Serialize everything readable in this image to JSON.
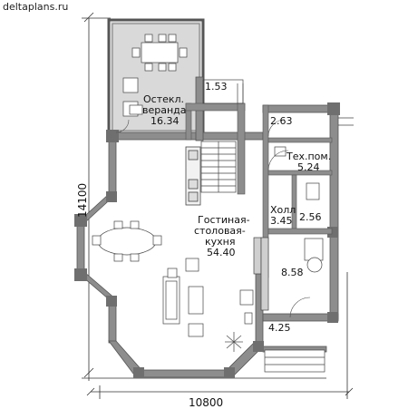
{
  "site": "deltaplans.ru",
  "rooms": {
    "veranda": {
      "name1": "Остекл.",
      "name2": "веранда",
      "area": "16.34"
    },
    "porch_top": {
      "area": "1.53"
    },
    "storage": {
      "area": "2.63"
    },
    "tech": {
      "name": "Тех.пом.",
      "area": "5.24"
    },
    "living": {
      "name1": "Гостиная-",
      "name2": "столовая-",
      "name3": "кухня",
      "area": "54.40"
    },
    "hall": {
      "name": "Холл",
      "area": "3.45"
    },
    "wc": {
      "area": "2.56"
    },
    "bedroom": {
      "area": "8.58"
    },
    "porch_bottom": {
      "area": "4.25"
    }
  },
  "dimensions": {
    "width": "10800",
    "height": "14100"
  },
  "colors": {
    "wall": "#8d8d8d",
    "wall_dark": "#6f6f6f",
    "veranda_fill": "#d9d9d9",
    "floor": "#ffffff",
    "line": "#333333"
  }
}
